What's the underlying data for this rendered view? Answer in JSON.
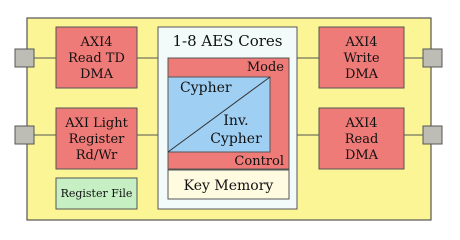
{
  "diagram": {
    "blocks": {
      "axi_read_td_dma": {
        "lines": [
          "AXI4",
          "Read TD",
          "DMA"
        ]
      },
      "axi_light_register": {
        "lines": [
          "AXI Light",
          "Register",
          "Rd/Wr"
        ]
      },
      "register_file": {
        "label": "Register File"
      },
      "aes_cores_title": {
        "label": "1-8 AES Cores"
      },
      "mode": {
        "label": "Mode"
      },
      "cypher": {
        "label": "Cypher"
      },
      "inv_cypher": {
        "lines": [
          "Inv.",
          "Cypher"
        ]
      },
      "control": {
        "label": "Control"
      },
      "key_memory": {
        "label": "Key Memory"
      },
      "axi_write_dma": {
        "lines": [
          "AXI4",
          "Write",
          "DMA"
        ]
      },
      "axi_read_dma": {
        "lines": [
          "AXI4",
          "Read",
          "DMA"
        ]
      }
    },
    "colors": {
      "outer_fill": "#fbf595",
      "red_block": "#ef7b78",
      "green_block": "#c6f0c4",
      "white_panel": "#f3fbfa",
      "cypher_fill": "#9fd0f4",
      "key_memory_fill": "#fffbe1",
      "port_fill": "#bdbdb5",
      "stroke": "#555555"
    }
  }
}
